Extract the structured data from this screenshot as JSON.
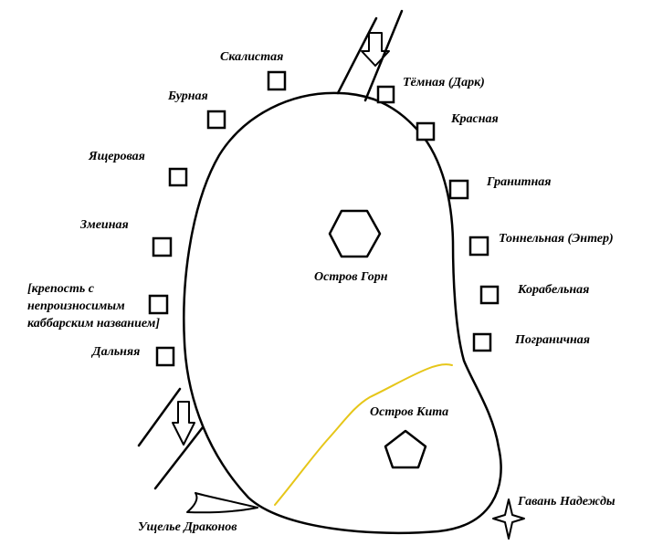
{
  "labels": {
    "skalistaya": "Скалистая",
    "temnaya": "Тёмная (Дарк)",
    "burnaya": "Бурная",
    "krasnaya": "Красная",
    "yashcherovaya": "Ящеровая",
    "granitnaya": "Гранитная",
    "zmeinaya": "Змеиная",
    "tonnelnaya": "Тоннельная (Энтер)",
    "krepost_1": "[крепость с",
    "krepost_2": "непроизносимым",
    "krepost_3": "каббарским названием]",
    "korabelnaya": "Корабельная",
    "dalnyaya": "Дальняя",
    "pogranichnaya": "Пограничная",
    "ostrov_gorn": "Остров Горн",
    "ostrov_kita": "Остров Кита",
    "ushchelye": "Ущелье Драконов",
    "gavan": "Гавань Надежды"
  },
  "colors": {
    "ink": "#000000",
    "shoreline": "#e6c619",
    "background": "#ffffff"
  },
  "icons": {
    "fortress": "square-marker",
    "gorn": "hexagon",
    "kita": "pentagon",
    "gavan": "four-point-star",
    "entry": "down-arrow",
    "dragon": "dragon-wing"
  }
}
